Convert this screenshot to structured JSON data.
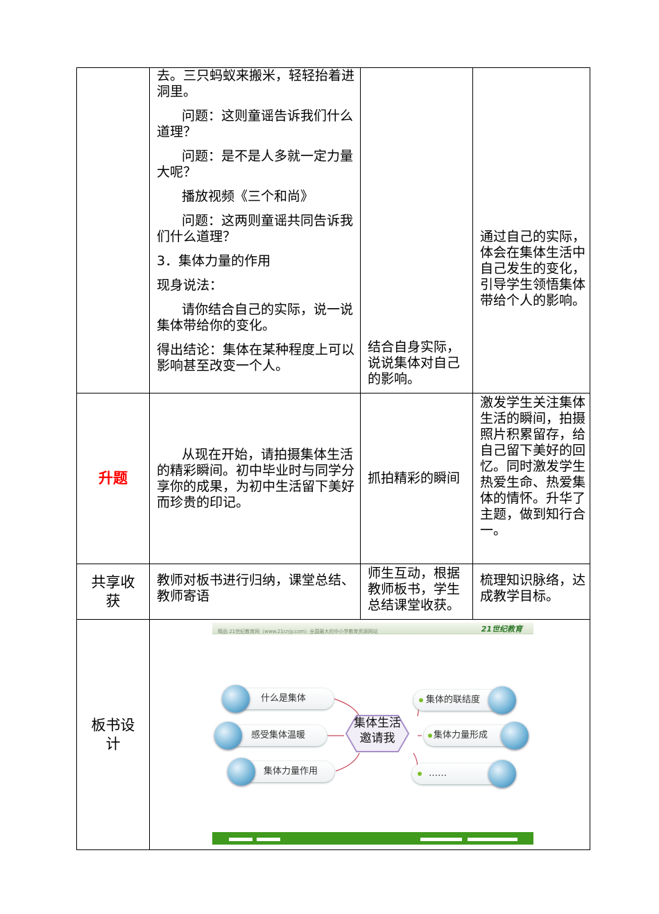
{
  "row1": {
    "content": [
      "去。三只蚂蚁来搬米，轻轻抬着进洞里。",
      "问题：这则童谣告诉我们什么道理？",
      "问题：是不是人多就一定力量大呢？",
      "播放视频《三个和尚》",
      "问题：这两则童谣共同告诉我们什么道理？",
      "3．集体力量的作用",
      "现身说法：",
      "请你结合自己的实际，说一说集体带给你的变化。",
      "得出结论：集体在某种程度上可以影响甚至改变一个人。"
    ],
    "student": "结合自身实际，说说集体对自己的影响。",
    "intent": "通过自己的实际，体会在集体生活中自己发生的变化，引导学生领悟集体带给个人的影响。"
  },
  "row2": {
    "label": "升题",
    "content": "从现在开始，请拍摄集体生活的精彩瞬间。初中毕业时与同学分享你的成果，为初中生活留下美好而珍贵的印记。",
    "student": "抓拍精彩的瞬间",
    "intent": "激发学生关注集体生活的瞬间，拍摄照片积累留存，给自己留下美好的回忆。同时激发学生热爱生命、热爱集体的情怀。升华了主题，做到知行合一。"
  },
  "row3": {
    "label": "共享收获",
    "content": "教师对板书进行归纳，课堂总结、教师寄语",
    "student": "师生互动，根据教师板书，学生总结课堂收获。",
    "intent": "梳理知识脉络，达成教学目标。"
  },
  "row4": {
    "label": "板书设计",
    "board": {
      "header_text": "精品   21世纪教育网（www.21cnjy.com）全国最大的中小学教育资源网站",
      "logo": "21世纪教育",
      "center_line1": "集体生活",
      "center_line2": "邀请我",
      "left_nodes": [
        "什么是集体",
        "感受集体温暖",
        "集体力量作用"
      ],
      "right_nodes": [
        "集体的联结度",
        "集体力量形成",
        "……"
      ]
    }
  },
  "colors": {
    "accent_red": "#ff0000",
    "board_green": "#3f9a1e"
  }
}
